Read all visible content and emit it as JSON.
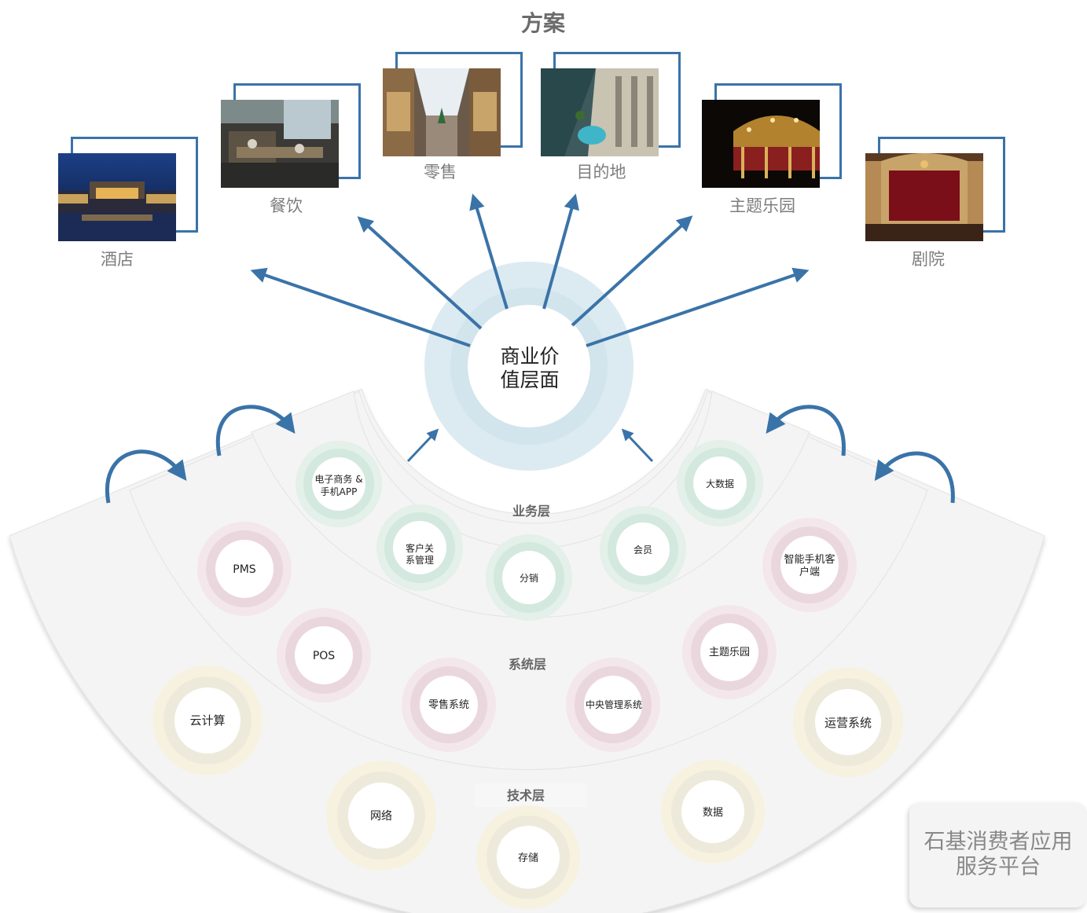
{
  "title": "方案",
  "scenarios": [
    {
      "label": "酒店",
      "icon": "hotel-photo"
    },
    {
      "label": "餐饮",
      "icon": "dining-photo"
    },
    {
      "label": "零售",
      "icon": "retail-photo"
    },
    {
      "label": "目的地",
      "icon": "destination-photo"
    },
    {
      "label": "主题乐园",
      "icon": "theme-park-photo"
    },
    {
      "label": "剧院",
      "icon": "theater-photo"
    }
  ],
  "center": {
    "line1": "商业价",
    "line2": "值层面"
  },
  "layers": {
    "business": {
      "name": "业务层",
      "nodes": [
        "电子商务 &",
        "手机APP",
        "客户关",
        "系管理",
        "分销",
        "会员",
        "大数据"
      ]
    },
    "system": {
      "name": "系统层",
      "nodes": [
        "PMS",
        "POS",
        "零售系统",
        "中央管理系统",
        "主题乐园",
        "智能手机客",
        "户端"
      ]
    },
    "technology": {
      "name": "技术层",
      "nodes": [
        "云计算",
        "网络",
        "存储",
        "数据",
        "运营系统"
      ]
    }
  },
  "platform": {
    "line1": "石基消费者应用",
    "line2": "服务平台"
  },
  "colors": {
    "arrow": "#3a73a8",
    "business_ring": "#cfe6dc",
    "system_ring": "#ecd5dc",
    "technology_ring": "#f3ecce",
    "center_ring": "#dbeaf0"
  }
}
